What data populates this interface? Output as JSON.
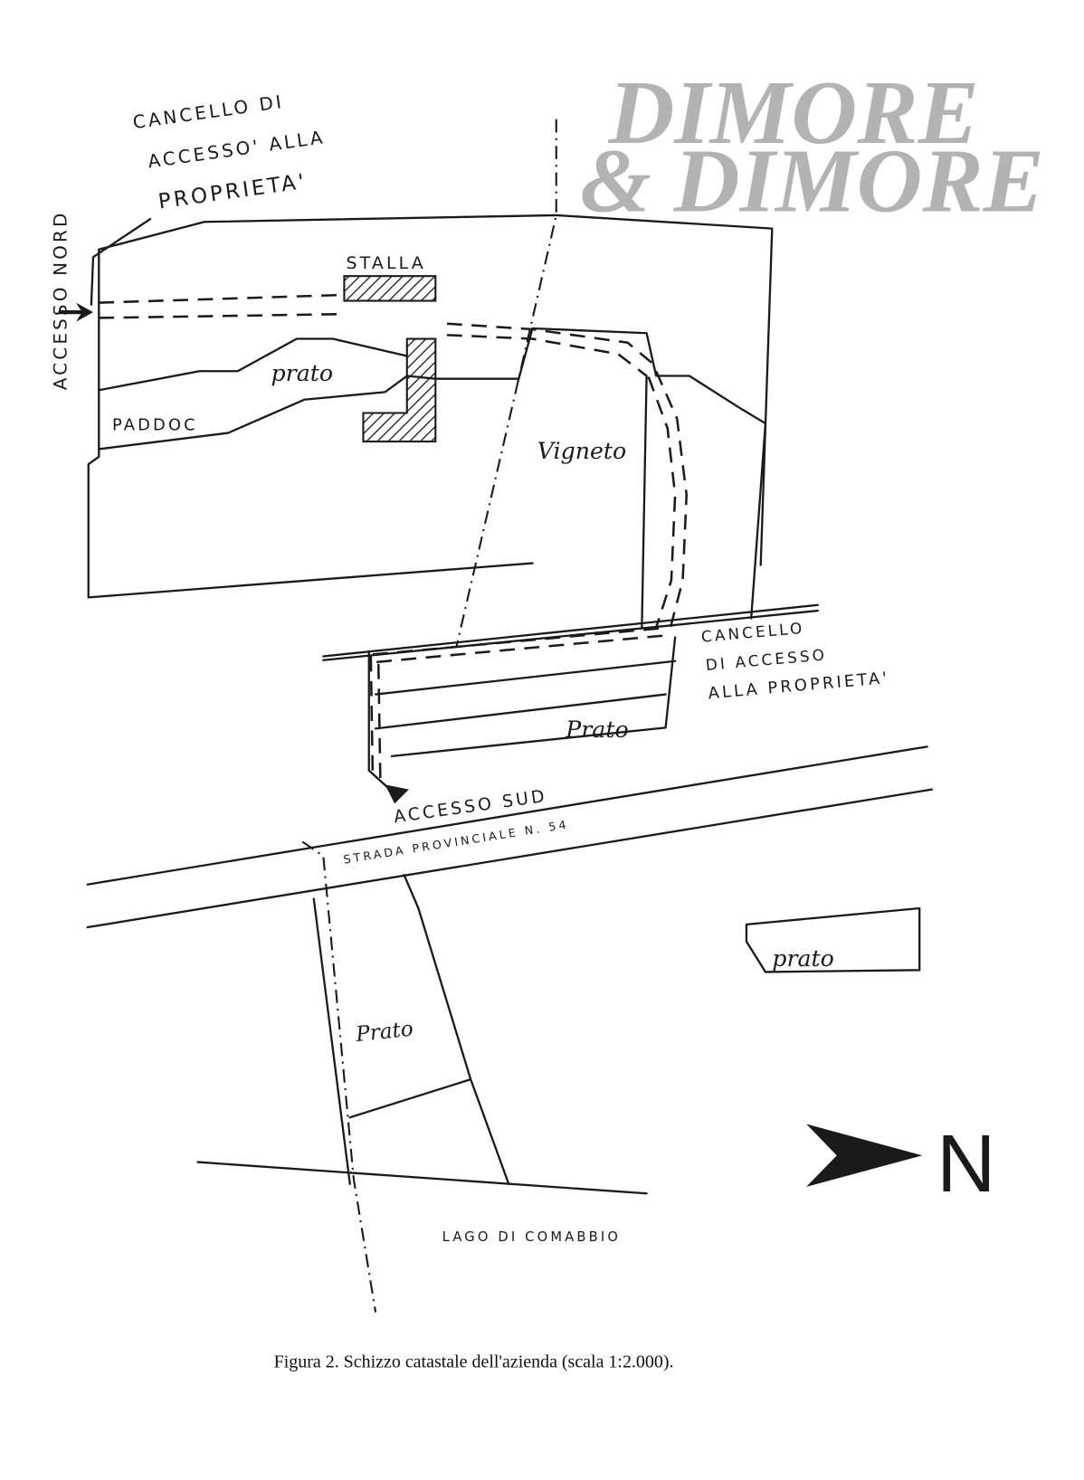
{
  "labels": {
    "north_gate": [
      "CANCELLO DI",
      "ACCESSO' ALLA",
      "PROPRIETA'"
    ],
    "north_access": "ACCESSO NORD",
    "stable": "STALLA",
    "meadow_north": "prato",
    "paddock": "PADDOC",
    "vineyard": "Vigneto",
    "south_gate": [
      "CANCELLO",
      "DI ACCESSO",
      "ALLA PROPRIETA'"
    ],
    "meadow_center": "Prato",
    "south_access": "ACCESSO SUD",
    "road": "STRADA PROVINCIALE N. 54",
    "meadow_east": "prato",
    "meadow_south": "Prato",
    "lake": "LAGO DI COMABBIO",
    "north_arrow": "N"
  },
  "watermark": {
    "line1": "DIMORE",
    "line2": "& DIMORE"
  },
  "caption": "Figura 2.  Schizzo catastale dell'azienda (scala 1:2.000).",
  "colors": {
    "ink": "#1a1a1a",
    "watermark": "#9a9a9a"
  }
}
